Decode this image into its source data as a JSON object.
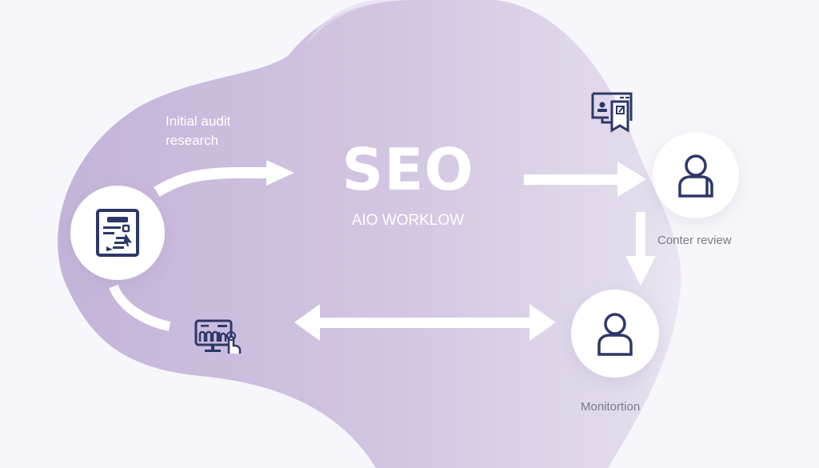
{
  "diagram": {
    "title": "SEO",
    "subtitle": "AIO WORKLOW",
    "colors": {
      "background": "#f7f6fa",
      "blob": "#cdc0de",
      "blob_light": "#d8cfe6",
      "icon_navy": "#2e3768",
      "arrow": "#ffffff",
      "label_gray": "#7b7a86"
    },
    "nodes": [
      {
        "id": "audit",
        "label_line1": "Initial audit",
        "label_line2": "research",
        "icon": "document-edit-icon"
      },
      {
        "id": "review",
        "label": "Conter review",
        "icon": "user-icon"
      },
      {
        "id": "monitor",
        "label": "Monitortion",
        "icon": "user-icon"
      }
    ],
    "floating_icons": [
      {
        "id": "content-review",
        "icon": "monitor-bookmark-icon"
      },
      {
        "id": "analytics",
        "icon": "monitor-chart-touch-icon"
      }
    ],
    "edges": [
      {
        "from": "audit",
        "to": "SEO",
        "type": "curved-arrow"
      },
      {
        "from": "SEO",
        "to": "review",
        "type": "arrow"
      },
      {
        "from": "review",
        "to": "monitor",
        "type": "arrow-down"
      },
      {
        "from": "analytics",
        "to": "monitor",
        "type": "double-arrow"
      },
      {
        "from": "audit",
        "to": "analytics",
        "type": "curved-line"
      }
    ]
  }
}
